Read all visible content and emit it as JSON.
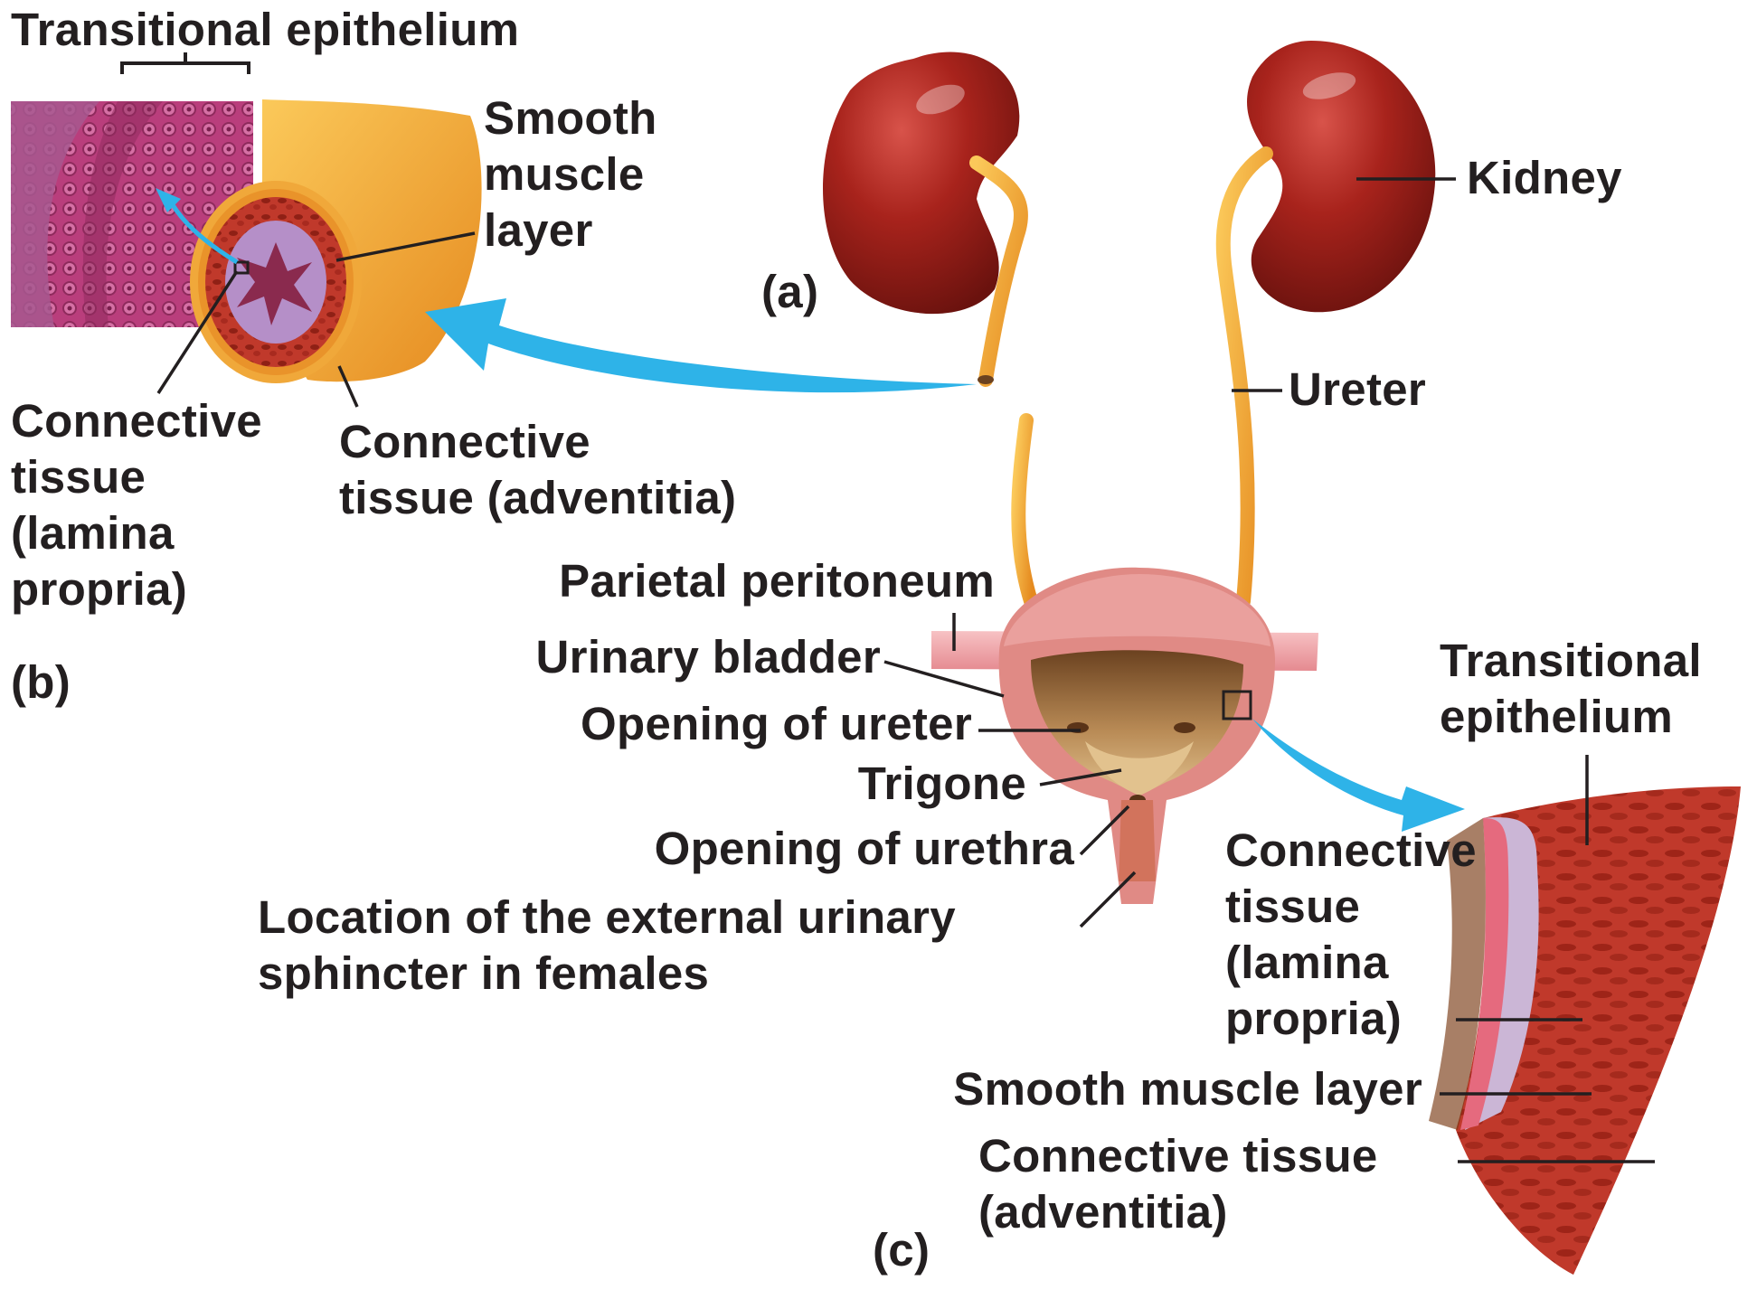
{
  "panel_a": {
    "tag": "(a)",
    "kidney": "Kidney",
    "ureter": "Ureter",
    "parietal_peritoneum": "Parietal peritoneum",
    "urinary_bladder": "Urinary bladder",
    "opening_of_ureter": "Opening of ureter",
    "trigone": "Trigone",
    "opening_of_urethra": "Opening of urethra",
    "external_sphincter": "Location of the external urinary\nsphincter in females"
  },
  "panel_b": {
    "tag": "(b)",
    "transitional_epithelium": "Transitional epithelium",
    "smooth_muscle": "Smooth\nmuscle\nlayer",
    "lamina_propria": "Connective\ntissue\n(lamina\npropria)",
    "adventitia": "Connective\ntissue (adventitia)"
  },
  "panel_c": {
    "tag": "(c)",
    "transitional_epithelium": "Transitional\nepithelium",
    "lamina_propria": "Connective\ntissue\n(lamina\npropria)",
    "smooth_muscle": "Smooth muscle layer",
    "adventitia": "Connective tissue\n(adventitia)"
  },
  "colors": {
    "kidney": "#a8231c",
    "ureter": "#f0a83a",
    "arrow": "#2eb3e8",
    "epithelium": "#c2477f",
    "muscle": "#c0392b",
    "peritoneum": "#f1a0a4",
    "bladder_lumen": "#c9a36b"
  }
}
